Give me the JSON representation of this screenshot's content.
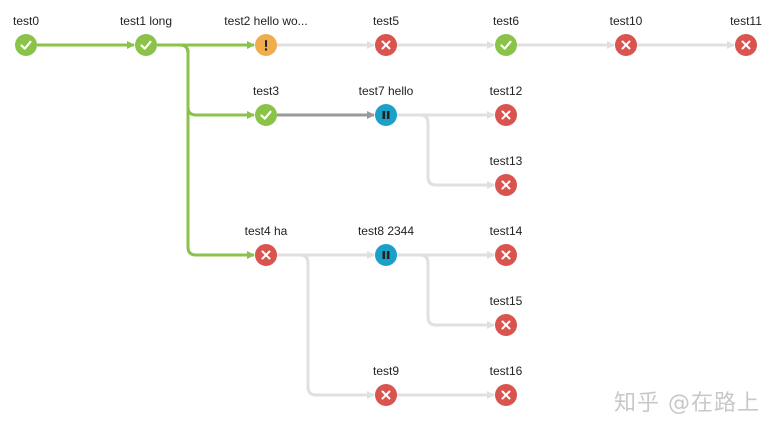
{
  "colors": {
    "success": "#8bc34a",
    "unstable": "#f0ad4e",
    "failure": "#d9534f",
    "paused": "#1ba1c8",
    "edge_active": "#8bc34a",
    "edge_running": "#999999",
    "edge_inactive": "#e0e0e0"
  },
  "nodes": [
    {
      "id": "test0",
      "label": "test0",
      "status": "success",
      "icon": "check-icon"
    },
    {
      "id": "test1",
      "label": "test1 long",
      "status": "success",
      "icon": "check-icon"
    },
    {
      "id": "test2",
      "label": "test2 hello wo...",
      "status": "unstable",
      "icon": "exclamation-icon"
    },
    {
      "id": "test5",
      "label": "test5",
      "status": "failure",
      "icon": "cross-icon"
    },
    {
      "id": "test6",
      "label": "test6",
      "status": "success",
      "icon": "check-icon"
    },
    {
      "id": "test10",
      "label": "test10",
      "status": "failure",
      "icon": "cross-icon"
    },
    {
      "id": "test11",
      "label": "test11",
      "status": "failure",
      "icon": "cross-icon"
    },
    {
      "id": "test3",
      "label": "test3",
      "status": "success",
      "icon": "check-icon"
    },
    {
      "id": "test7",
      "label": "test7 hello",
      "status": "paused",
      "icon": "pause-icon"
    },
    {
      "id": "test12",
      "label": "test12",
      "status": "failure",
      "icon": "cross-icon"
    },
    {
      "id": "test13",
      "label": "test13",
      "status": "failure",
      "icon": "cross-icon"
    },
    {
      "id": "test4",
      "label": "test4 ha",
      "status": "failure",
      "icon": "cross-icon"
    },
    {
      "id": "test8",
      "label": "test8 2344",
      "status": "paused",
      "icon": "pause-icon"
    },
    {
      "id": "test14",
      "label": "test14",
      "status": "failure",
      "icon": "cross-icon"
    },
    {
      "id": "test15",
      "label": "test15",
      "status": "failure",
      "icon": "cross-icon"
    },
    {
      "id": "test9",
      "label": "test9",
      "status": "failure",
      "icon": "cross-icon"
    },
    {
      "id": "test16",
      "label": "test16",
      "status": "failure",
      "icon": "cross-icon"
    }
  ],
  "edges": [
    {
      "from": "test0",
      "to": "test1",
      "style": "active"
    },
    {
      "from": "test1",
      "to": "test2",
      "style": "active"
    },
    {
      "from": "test1",
      "to": "test3",
      "style": "active"
    },
    {
      "from": "test1",
      "to": "test4",
      "style": "active"
    },
    {
      "from": "test2",
      "to": "test5",
      "style": "inactive"
    },
    {
      "from": "test5",
      "to": "test6",
      "style": "inactive"
    },
    {
      "from": "test6",
      "to": "test10",
      "style": "inactive"
    },
    {
      "from": "test10",
      "to": "test11",
      "style": "inactive"
    },
    {
      "from": "test3",
      "to": "test7",
      "style": "running"
    },
    {
      "from": "test7",
      "to": "test12",
      "style": "inactive"
    },
    {
      "from": "test7",
      "to": "test13",
      "style": "inactive"
    },
    {
      "from": "test4",
      "to": "test8",
      "style": "inactive"
    },
    {
      "from": "test4",
      "to": "test9",
      "style": "inactive"
    },
    {
      "from": "test8",
      "to": "test14",
      "style": "inactive"
    },
    {
      "from": "test8",
      "to": "test15",
      "style": "inactive"
    },
    {
      "from": "test9",
      "to": "test16",
      "style": "inactive"
    }
  ],
  "watermark": {
    "text": "知乎 @在路上"
  }
}
